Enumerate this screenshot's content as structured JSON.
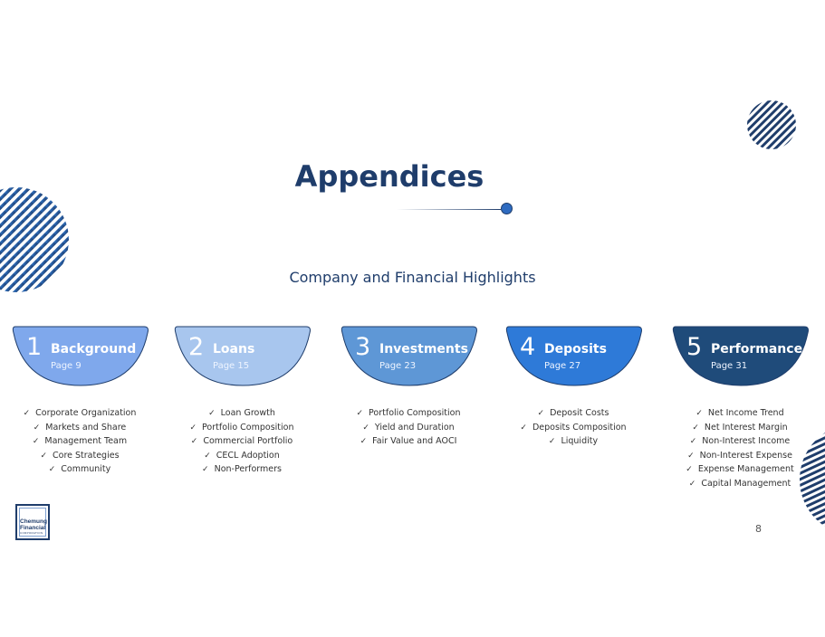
{
  "slide": {
    "title": "Appendices",
    "subtitle": "Company and Financial Highlights",
    "page_number": "8"
  },
  "logo": {
    "line1": "Chemung",
    "line2": "Financial",
    "line3": "CORPORATION"
  },
  "sections": [
    {
      "num": "1",
      "label": "Background",
      "page": "Page 9",
      "color": "#7fa8ec",
      "items": [
        "Corporate Organization",
        "Markets and Share",
        "Management Team",
        "Core Strategies",
        "Community"
      ]
    },
    {
      "num": "2",
      "label": "Loans",
      "page": "Page 15",
      "color": "#a8c6ee",
      "items": [
        "Loan Growth",
        "Portfolio Composition",
        "Commercial Portfolio",
        "CECL Adoption",
        "Non-Performers"
      ]
    },
    {
      "num": "3",
      "label": "Investments",
      "page": "Page 23",
      "color": "#5e97d6",
      "items": [
        "Portfolio Composition",
        "Yield and Duration",
        "Fair Value and AOCI"
      ]
    },
    {
      "num": "4",
      "label": "Deposits",
      "page": "Page 27",
      "color": "#2e7ad8",
      "items": [
        "Deposit Costs",
        "Deposits Composition",
        "Liquidity"
      ]
    },
    {
      "num": "5",
      "label": "Performance",
      "page": "Page 31",
      "color": "#1f4b7a",
      "items": [
        "Net Income Trend",
        "Net Interest Margin",
        "Non-Interest Income",
        "Non-Interest Expense",
        "Expense Management",
        "Capital Management"
      ]
    }
  ]
}
